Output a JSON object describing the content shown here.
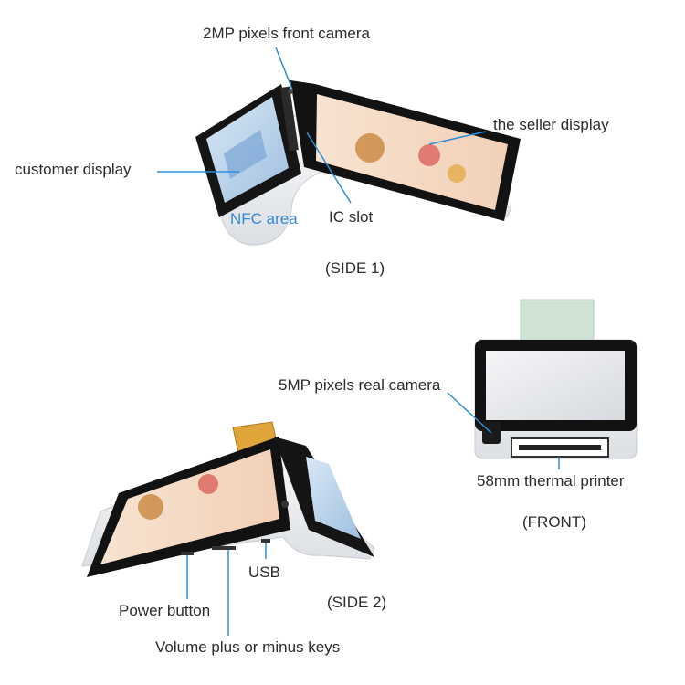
{
  "labels": {
    "front_camera": "2MP pixels front camera",
    "seller_display": "the seller display",
    "customer_display": "customer display",
    "nfc_area": "NFC area",
    "ic_slot": "IC slot",
    "side1": "(SIDE 1)",
    "real_camera": "5MP pixels real camera",
    "thermal_printer": "58mm thermal printer",
    "front": "(FRONT)",
    "usb": "USB",
    "side2": "(SIDE 2)",
    "power_button": "Power button",
    "volume_keys": "Volume plus or minus keys"
  },
  "colors": {
    "label_text": "#2b2b2b",
    "nfc_text": "#3a86d6",
    "leader_line": "#2f8fd6",
    "device_body": "#f2f3f5",
    "bezel": "#121212",
    "screen_blue": "#a9c7e8",
    "receipt_paper": "#cfe2d4",
    "card_gold": "#e0a53a"
  }
}
